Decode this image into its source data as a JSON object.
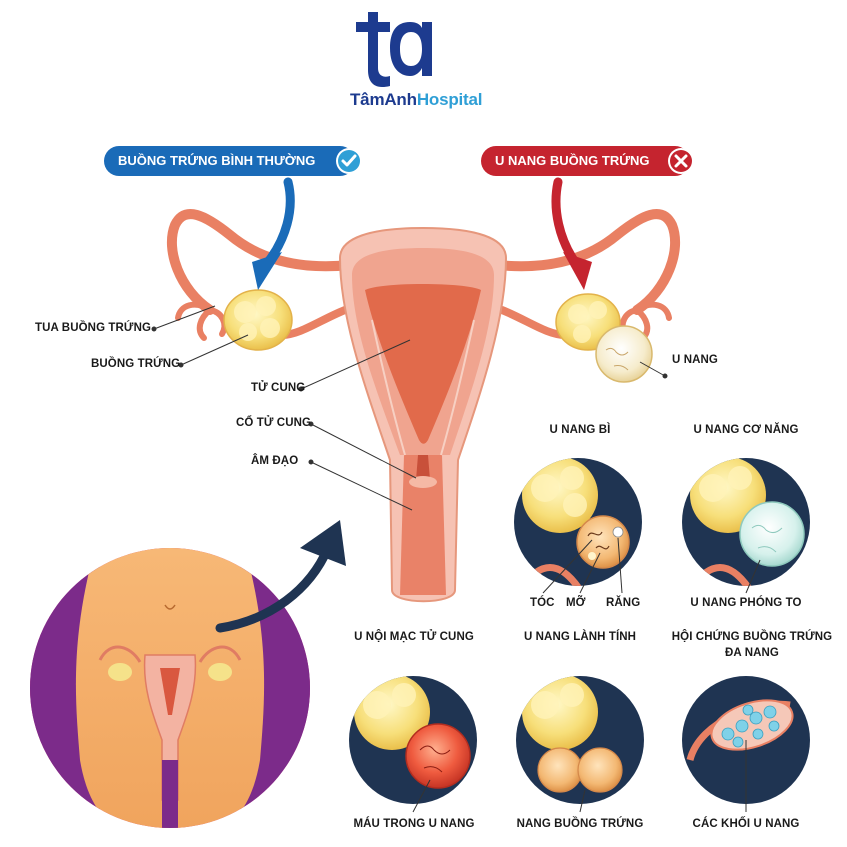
{
  "brand": {
    "logo_mark": "ta",
    "name_part1": "TâmAnh",
    "name_part2": "Hospital",
    "colors": {
      "navy": "#1d3b8f",
      "sky": "#2f9fd6"
    }
  },
  "headers": {
    "normal": "BUỒNG TRỨNG BÌNH THƯỜNG",
    "cyst": "U NANG BUỒNG TRỨNG",
    "normal_color": "#1a6bb8",
    "cyst_color": "#c5242f"
  },
  "anatomy_labels": {
    "fimbriae": "TUA BUỒNG TRỨNG",
    "ovary": "BUỒNG TRỨNG",
    "uterus": "TỬ CUNG",
    "cervix": "CỔ TỬ CUNG",
    "vagina": "ÂM ĐẠO",
    "cyst": "U NANG"
  },
  "cyst_types": [
    {
      "title": "U NANG BÌ",
      "parts": [
        "TÓC",
        "MỠ",
        "RĂNG"
      ]
    },
    {
      "title": "U NANG CƠ NĂNG",
      "caption": "U NANG PHÓNG TO"
    },
    {
      "title": "U NỘI MẠC TỬ CUNG",
      "caption": "MÁU TRONG U NANG"
    },
    {
      "title": "U NANG LÀNH TÍNH",
      "caption": "NANG BUỒNG TRỨNG"
    },
    {
      "title_line1": "HỘI CHỨNG BUỒNG TRỨNG",
      "title_line2": "ĐA NANG",
      "caption": "CÁC KHỐI U NANG"
    }
  ],
  "icons": [
    "check-icon",
    "cross-icon",
    "arrow-icon"
  ]
}
